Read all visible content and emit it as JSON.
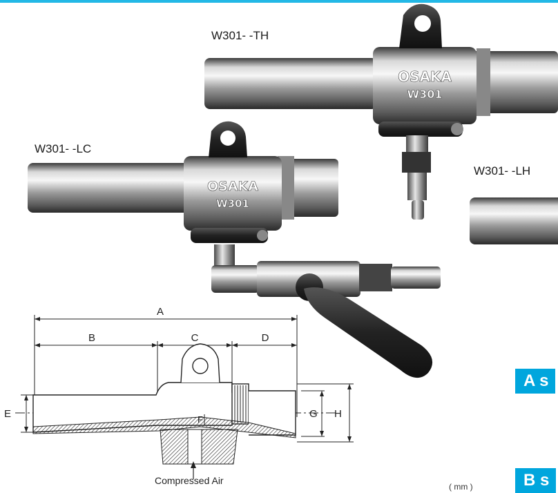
{
  "labels": {
    "th": "W301-   -TH",
    "lc": "W301-   -LC",
    "lh": "W301-   -LH"
  },
  "engraving": {
    "brand": "OSAKA",
    "model": "W301"
  },
  "dimensions": {
    "A": "A",
    "B": "B",
    "C": "C",
    "D": "D",
    "E": "E",
    "F": "F",
    "G": "G",
    "H": "H"
  },
  "caption": "Compressed Air",
  "unit": "( mm )",
  "badges": {
    "a": "A s",
    "b": "B s"
  },
  "colors": {
    "accent": "#00a6dd",
    "line": "#22b8e6"
  }
}
